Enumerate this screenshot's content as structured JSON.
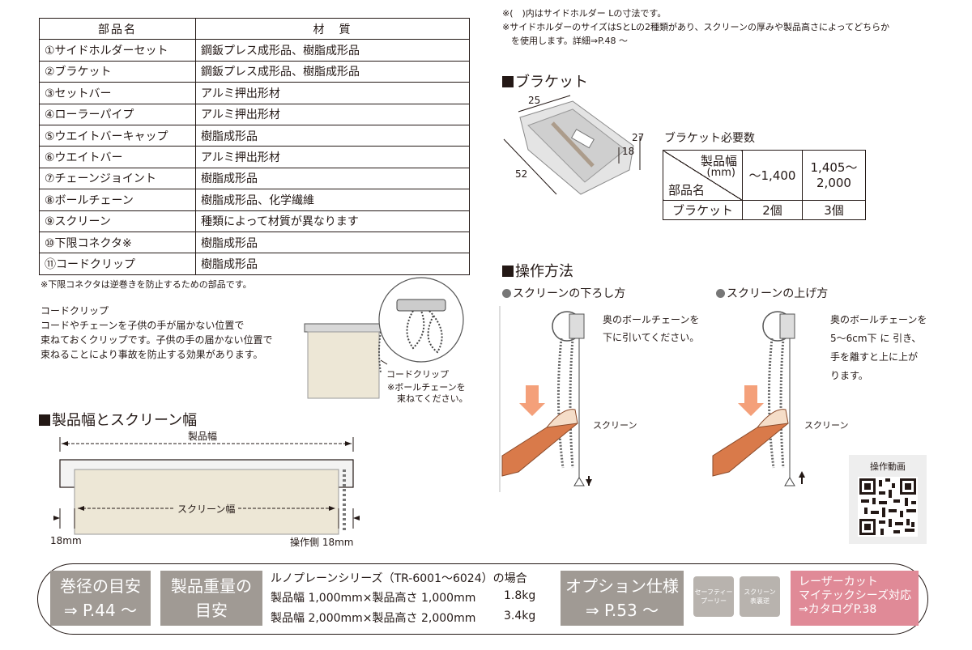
{
  "parts_table": {
    "headers": [
      "部品名",
      "材　質"
    ],
    "rows": [
      [
        "①サイドホルダーセット",
        "鋼鈑プレス成形品、樹脂成形品"
      ],
      [
        "②ブラケット",
        "鋼鈑プレス成形品、樹脂成形品"
      ],
      [
        "③セットバー",
        "アルミ押出形材"
      ],
      [
        "④ローラーパイプ",
        "アルミ押出形材"
      ],
      [
        "⑤ウエイトバーキャップ",
        "樹脂成形品"
      ],
      [
        "⑥ウエイトバー",
        "アルミ押出形材"
      ],
      [
        "⑦チェーンジョイント",
        "樹脂成形品"
      ],
      [
        "⑧ボールチェーン",
        "樹脂成形品、化学繊維"
      ],
      [
        "⑨スクリーン",
        "種類によって材質が異なります"
      ],
      [
        "⑩下限コネクタ※",
        "樹脂成形品"
      ],
      [
        "⑪コードクリップ",
        "樹脂成形品"
      ]
    ],
    "footnote": "※下限コネクタは逆巻きを防止するための部品です。"
  },
  "cord_clip": {
    "title": "コードクリップ",
    "lines": [
      "コードやチェーンを子供の手が届かない位置で",
      "束ねておくクリップです。子供の手の届かない位置で",
      "束ねることにより事故を防止する効果があります。"
    ],
    "label": "コードクリップ",
    "note1": "※ボールチェーンを",
    "note2": "束ねてください。"
  },
  "width_section": {
    "title": "製品幅とスクリーン幅",
    "product_width": "製品幅",
    "screen_width": "スクリーン幅",
    "left_margin": "18mm",
    "right_margin": "操作側 18mm"
  },
  "top_notes": [
    "※(　)内はサイドホルダー Lの寸法です。",
    "※サイドホルダーのサイズはSとLの2種類があり、スクリーンの厚みや製品高さによってどちらか",
    "を使用します。詳細⇒P.48 ～"
  ],
  "bracket": {
    "title": "ブラケット",
    "dims": [
      "25",
      "27",
      "18",
      "52"
    ],
    "required_label": "ブラケット必要数",
    "table": {
      "header_top": "製品幅",
      "header_unit": "(mm)",
      "header_bottom": "部品名",
      "col1": "～1,400",
      "col2_l1": "1,405～",
      "col2_l2": "2,000",
      "row_label": "ブラケット",
      "row_v1": "2個",
      "row_v2": "3個"
    }
  },
  "operation": {
    "title": "操作方法",
    "down": {
      "head": "スクリーンの下ろし方",
      "l1": "奥のボールチェーンを",
      "l2": "下に引いてください。",
      "screen": "スクリーン"
    },
    "up": {
      "head": "スクリーンの上げ方",
      "l1": "奥のボールチェーンを",
      "l2": "5～6cm下 に 引き、",
      "l3": "手を離すと上に上が",
      "l4": "ります。",
      "screen": "スクリーン"
    },
    "video_label": "操作動画"
  },
  "banner": {
    "winding_l1": "巻径の目安",
    "winding_l2": "⇒ P.44 ～",
    "weight_l1": "製品重量の",
    "weight_l2": "目安",
    "series": "ルノプレーンシリーズ（TR-6001～6024）の場合",
    "w1_dim": "製品幅 1,000mm×製品高さ 1,000mm",
    "w1_val": "1.8kg",
    "w2_dim": "製品幅 2,000mm×製品高さ 2,000mm",
    "w2_val": "3.4kg",
    "option_l1": "オプション仕様",
    "option_l2": "⇒ P.53 ～",
    "safety_l1": "セーフティー",
    "safety_l2": "プーリー",
    "reverse_l1": "スクリーン",
    "reverse_l2": "表裏逆",
    "laser_l1": "レーザーカット",
    "laser_l2": "マイテックシーズ対応",
    "laser_l3": "⇒カタログP.38"
  },
  "colors": {
    "pink": "#e08a97",
    "gray": "#a09a94",
    "beige": "#ede7d6"
  }
}
